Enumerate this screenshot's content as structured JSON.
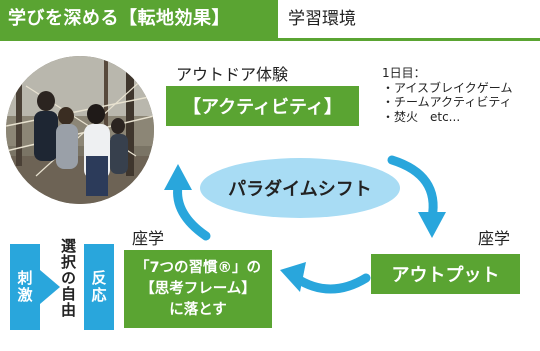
{
  "header": {
    "title": "学びを深める【転地効果】",
    "section_label": "学習環境"
  },
  "outdoor": {
    "label": "アウトドア体験",
    "box_text": "【アクティビティ】"
  },
  "examples": {
    "heading": "1日目：",
    "items": [
      "・アイスブレイクゲーム",
      "・チームアクティビティ",
      "・焚火　etc..."
    ]
  },
  "center": {
    "text": "パラダイムシフト"
  },
  "output": {
    "label": "座学",
    "box_text": "アウトプット"
  },
  "zagaku": {
    "label": "座学",
    "box_lines": [
      "「7つの習慣®」の",
      "【思考フレーム】",
      "に落とす"
    ]
  },
  "stimulus": {
    "stimulus_text": "刺激",
    "choice_text": "選択の自由",
    "response_text": "反応"
  },
  "colors": {
    "green": "#5aa432",
    "blue": "#29a6dc",
    "light_blue": "#a8dcf4"
  }
}
